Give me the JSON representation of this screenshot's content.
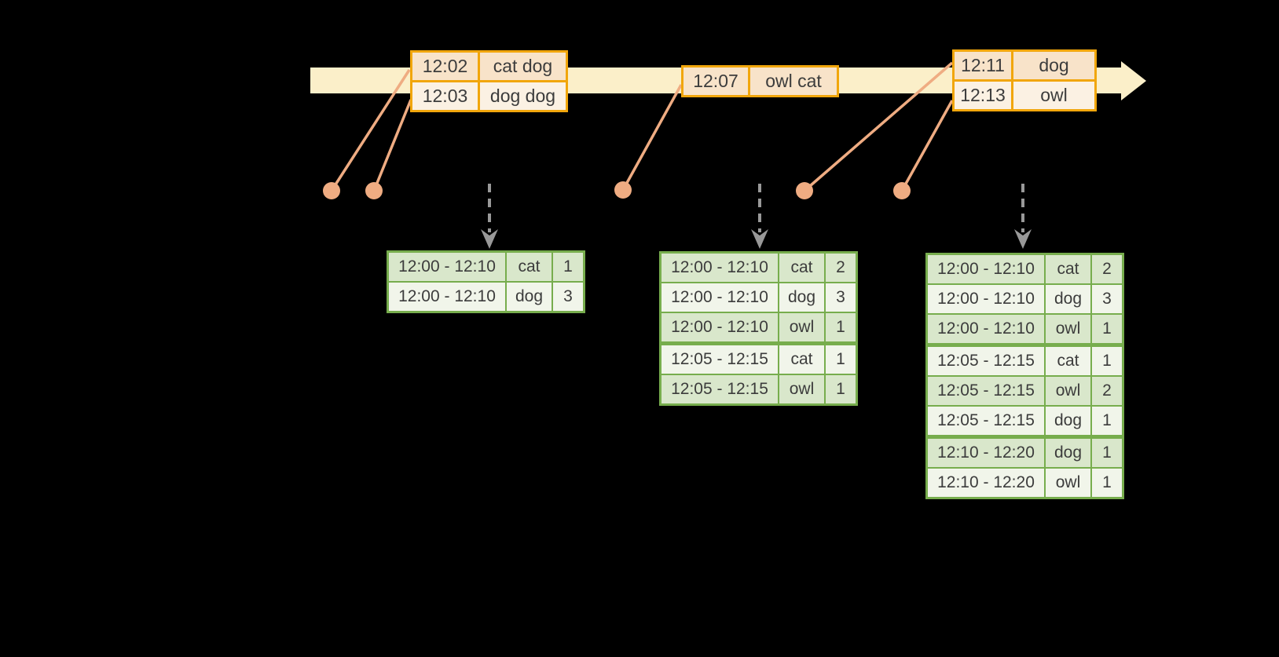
{
  "colors": {
    "background": "#000000",
    "timeline_fill": "#FBEFC9",
    "event_border": "#F1A60C",
    "event_row_dark": "#F8E3C9",
    "event_row_light": "#FBF1E3",
    "connector": "#EFAC82",
    "dashed_arrow": "#999999",
    "result_border": "#77AD4D",
    "result_row_tint": "#D9E7CB",
    "result_row_light": "#F1F5EA",
    "text": "#3C3C3C"
  },
  "event_tables": [
    {
      "rows": [
        {
          "time": "12:02",
          "words": "cat dog",
          "shade": "dark"
        },
        {
          "time": "12:03",
          "words": "dog dog",
          "shade": "light"
        }
      ]
    },
    {
      "rows": [
        {
          "time": "12:07",
          "words": "owl cat",
          "shade": "dark"
        }
      ]
    },
    {
      "rows": [
        {
          "time": "12:11",
          "words": "dog",
          "shade": "dark"
        },
        {
          "time": "12:13",
          "words": "owl",
          "shade": "light"
        }
      ]
    }
  ],
  "result_tables": [
    {
      "rows": [
        {
          "window": "12:00 - 12:10",
          "word": "cat",
          "count": "1",
          "shade": "tint"
        },
        {
          "window": "12:00 - 12:10",
          "word": "dog",
          "count": "3",
          "shade": "light"
        }
      ]
    },
    {
      "rows": [
        {
          "window": "12:00 - 12:10",
          "word": "cat",
          "count": "2",
          "shade": "tint"
        },
        {
          "window": "12:00 - 12:10",
          "word": "dog",
          "count": "3",
          "shade": "light"
        },
        {
          "window": "12:00 - 12:10",
          "word": "owl",
          "count": "1",
          "shade": "tint"
        },
        {
          "window": "12:05 - 12:15",
          "word": "cat",
          "count": "1",
          "shade": "light",
          "group_start": true
        },
        {
          "window": "12:05 - 12:15",
          "word": "owl",
          "count": "1",
          "shade": "tint"
        }
      ]
    },
    {
      "rows": [
        {
          "window": "12:00 - 12:10",
          "word": "cat",
          "count": "2",
          "shade": "tint"
        },
        {
          "window": "12:00 - 12:10",
          "word": "dog",
          "count": "3",
          "shade": "light"
        },
        {
          "window": "12:00 - 12:10",
          "word": "owl",
          "count": "1",
          "shade": "tint"
        },
        {
          "window": "12:05 - 12:15",
          "word": "cat",
          "count": "1",
          "shade": "light",
          "group_start": true
        },
        {
          "window": "12:05 - 12:15",
          "word": "owl",
          "count": "2",
          "shade": "tint"
        },
        {
          "window": "12:05 - 12:15",
          "word": "dog",
          "count": "1",
          "shade": "light"
        },
        {
          "window": "12:10 - 12:20",
          "word": "dog",
          "count": "1",
          "shade": "tint",
          "group_start": true
        },
        {
          "window": "12:10 - 12:20",
          "word": "owl",
          "count": "1",
          "shade": "light"
        }
      ]
    }
  ]
}
